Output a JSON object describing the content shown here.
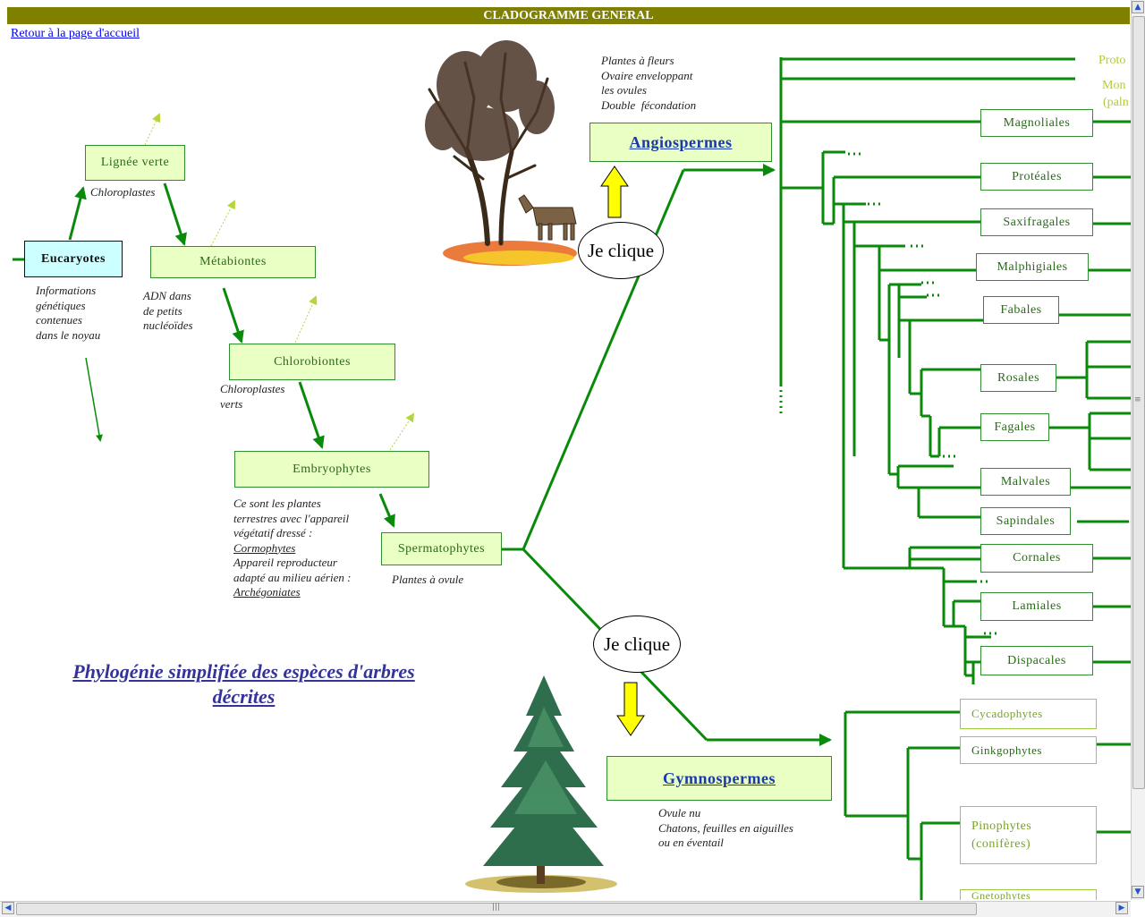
{
  "header": {
    "title": "CLADOGRAMME GENERAL"
  },
  "nav": {
    "home_link": "Retour à la page d'accueil"
  },
  "clades": {
    "eucaryotes": "Eucaryotes",
    "lignee_verte": "Lignée verte",
    "metabiontes": "Métabiontes",
    "chlorobiontes": "Chlorobiontes",
    "embryophytes": "Embryophytes",
    "spermatophytes": "Spermatophytes",
    "angiospermes": "Angiospermes",
    "gymnospermes": "Gymnospermes"
  },
  "notes": {
    "eucaryotes": "Informations\ngénétiques\ncontenues\ndans le noyau",
    "lignee_verte": "Chloroplastes",
    "metabiontes": "ADN dans\nde petits\nnucléoïdes",
    "chlorobiontes": "Chloroplastes\nverts",
    "embryophytes_1": "Ce sont les plantes\nterrestres avec l'appareil\nvégétatif dressé :",
    "embryophytes_2": "Cormophytes",
    "embryophytes_3": "Appareil reproducteur\nadapté au milieu aérien :",
    "embryophytes_4": "Archégoniates",
    "spermatophytes": "Plantes à ovule",
    "angiospermes": "Plantes à fleurs\nOvaire enveloppant\nles ovules\nDouble  fécondation",
    "gymnospermes": "Ovule nu\nChatons, feuilles en aiguilles\nou en éventail"
  },
  "bubbles": {
    "angio": "Je clique",
    "gymno": "Je clique"
  },
  "angio_orders": [
    "Magnoliales",
    "Protéales",
    "Saxifragales",
    "Malphigiales",
    "Fabales",
    "Rosales",
    "Fagales",
    "Malvales",
    "Sapindales",
    "Cornales",
    "Lamiales",
    "Dispacales"
  ],
  "gymno_groups": [
    "Cycadophytes",
    "Ginkgophytes",
    "Pinophytes\n(conifères)",
    "Gnetophytes"
  ],
  "cut_labels": {
    "proto": "Proto",
    "mono": "Mon",
    "palm": "(paln"
  },
  "caption": {
    "line1": "Phylogénie simplifiée des espèces d'arbres",
    "line2": "décrites"
  },
  "colors": {
    "tree_line": "#0a8a0a",
    "box_fill": "#eaffc4",
    "title_bar": "#7f7f00",
    "arrow_yellow": "#ffff00",
    "pale_arrow": "#b5d63a"
  }
}
